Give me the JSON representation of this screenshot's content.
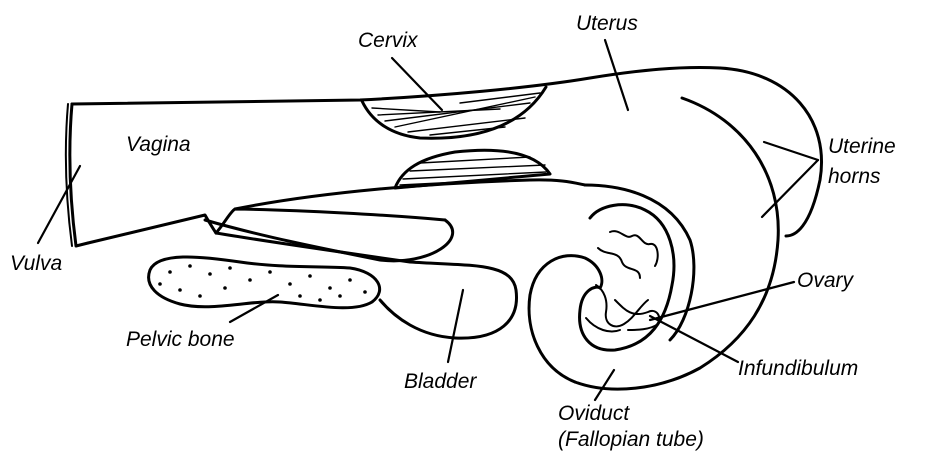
{
  "labels": {
    "cervix": "Cervix",
    "uterus": "Uterus",
    "vagina": "Vagina",
    "uterine_horns_line1": "Uterine",
    "uterine_horns_line2": "horns",
    "vulva": "Vulva",
    "ovary": "Ovary",
    "pelvic_bone": "Pelvic bone",
    "bladder": "Bladder",
    "infundibulum": "Infundibulum",
    "oviduct_line1": "Oviduct",
    "oviduct_line2": "(Fallopian tube)"
  }
}
